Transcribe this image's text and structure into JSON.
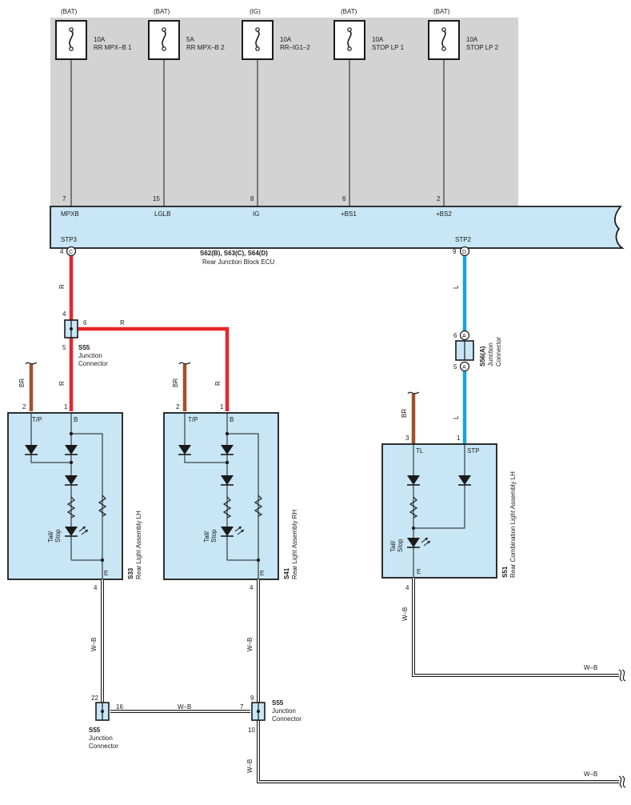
{
  "fuses": [
    {
      "source": "(BAT)",
      "rating": "10A",
      "name": "RR MPX–B 1",
      "pin": "7",
      "terminal": "MPXB"
    },
    {
      "source": "(BAT)",
      "rating": "5A",
      "name": "RR MPX–B 2",
      "pin": "15",
      "terminal": "LGLB"
    },
    {
      "source": "(IG)",
      "rating": "10A",
      "name": "RR–IG1–2",
      "pin": "8",
      "terminal": "IG"
    },
    {
      "source": "(BAT)",
      "rating": "10A",
      "name": "STOP LP 1",
      "pin": "6",
      "terminal": "+BS1"
    },
    {
      "source": "(BAT)",
      "rating": "10A",
      "name": "STOP LP 2",
      "pin": "2",
      "terminal": "+BS2"
    }
  ],
  "ecu": {
    "terminal_left": "STP3",
    "terminal_right": "STP2",
    "codes": "S62(B), S63(C), S64(D)",
    "name": "Rear Junction Block ECU",
    "left_pin": "4",
    "left_connector": "C",
    "right_pin": "9",
    "right_connector": "D"
  },
  "junction_top": {
    "code": "S55",
    "line1": "Junction",
    "line2": "Connector",
    "pin_in": "4",
    "pin_right": "6",
    "pin_out": "5"
  },
  "junction_s56": {
    "code": "S56(A)",
    "line1": "Junction",
    "line2": "Connector",
    "pin_top": "6",
    "pin_bottom": "5",
    "conn_top": "A",
    "conn_bottom": "A"
  },
  "lamp_lh": {
    "code": "S33",
    "name": "Rear Light Assembly LH",
    "term_tp": "T/P",
    "term_b": "B",
    "term_e": "E",
    "pin_tp": "2",
    "pin_b": "1",
    "pin_e": "4",
    "tail1": "Tail/",
    "tail2": "Stop"
  },
  "lamp_rh": {
    "code": "S41",
    "name": "Rear Light Assembly RH",
    "term_tp": "T/P",
    "term_b": "B",
    "term_e": "E",
    "pin_tp": "2",
    "pin_b": "1",
    "pin_e": "4",
    "tail1": "Tail/",
    "tail2": "Stop"
  },
  "lamp_comb": {
    "code": "S51",
    "name": "Rear Combination Light Assembly LH",
    "term_tl": "TL",
    "term_stp": "STP",
    "term_e": "E",
    "pin_tl": "3",
    "pin_stp": "1",
    "pin_e": "4",
    "tail1": "Tail/",
    "tail2": "Stop"
  },
  "junction_bl": {
    "code": "S55",
    "line1": "Junction",
    "line2": "Connector",
    "pin_top": "22",
    "pin_right": "16"
  },
  "junction_br": {
    "code": "S55",
    "line1": "Junction",
    "line2": "Connector",
    "pin_top": "9",
    "pin_left": "7",
    "pin_bottom": "10"
  },
  "wires": {
    "r": "R",
    "l": "L",
    "br": "BR",
    "wb": "W–B"
  },
  "colors": {
    "red_wire": "#e8262b",
    "blue_wire": "#1aa3e0",
    "brown_wire": "#a0522d",
    "fuse_panel": "#d3d3d3",
    "component_fill": "#c8e6f5"
  }
}
